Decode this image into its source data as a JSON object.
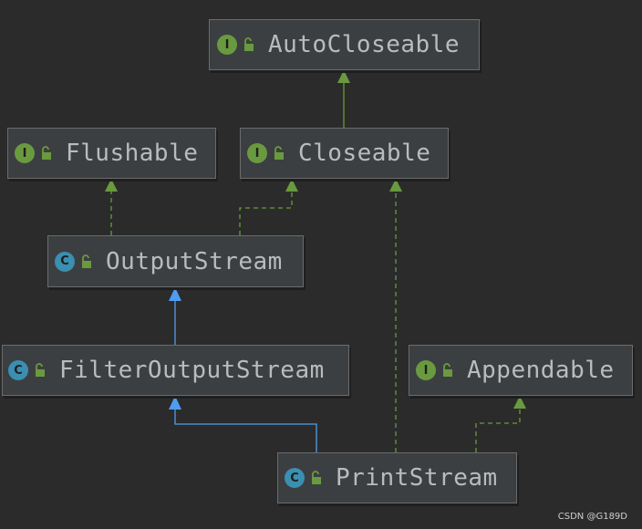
{
  "nodes": {
    "autocloseable": {
      "label": "AutoCloseable",
      "kind_badge": "I"
    },
    "flushable": {
      "label": "Flushable",
      "kind_badge": "I"
    },
    "closeable": {
      "label": "Closeable",
      "kind_badge": "I"
    },
    "outputstream": {
      "label": "OutputStream",
      "kind_badge": "C"
    },
    "filteroutputstream": {
      "label": "FilterOutputStream",
      "kind_badge": "C"
    },
    "appendable": {
      "label": "Appendable",
      "kind_badge": "I"
    },
    "printstream": {
      "label": "PrintStream",
      "kind_badge": "C"
    }
  },
  "edges": [
    {
      "from": "closeable",
      "to": "autocloseable",
      "style": "solid",
      "color": "#6a9a3f"
    },
    {
      "from": "outputstream",
      "to": "flushable",
      "style": "dashed",
      "color": "#6a9a3f"
    },
    {
      "from": "outputstream",
      "to": "closeable",
      "style": "dashed",
      "color": "#6a9a3f"
    },
    {
      "from": "filteroutputstream",
      "to": "outputstream",
      "style": "solid",
      "color": "#4e9df0"
    },
    {
      "from": "printstream",
      "to": "filteroutputstream",
      "style": "solid",
      "color": "#4e9df0"
    },
    {
      "from": "printstream",
      "to": "closeable",
      "style": "dashed",
      "color": "#6a9a3f"
    },
    {
      "from": "printstream",
      "to": "appendable",
      "style": "dashed",
      "color": "#6a9a3f"
    }
  ],
  "colors": {
    "background": "#2b2b2b",
    "node_fill": "#3c3f41",
    "interface_badge": "#6a9a3f",
    "class_badge": "#3b8fb0",
    "realization_edge": "#6a9a3f",
    "inheritance_edge": "#4e9df0"
  },
  "icons": {
    "interface": "interface-icon",
    "class": "class-icon",
    "access": "unlocked-icon"
  },
  "watermark": "CSDN @G189D"
}
